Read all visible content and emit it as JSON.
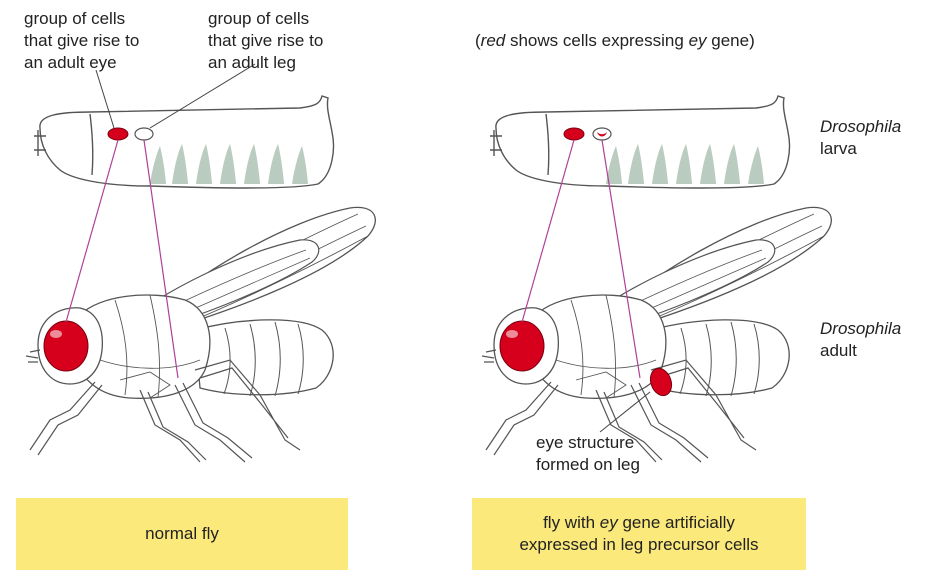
{
  "labels": {
    "eye_group": [
      "group of cells",
      "that give rise to",
      "an adult eye"
    ],
    "leg_group": [
      "group of cells",
      "that give rise to",
      "an adult leg"
    ],
    "note_prefix": "(",
    "note_red": "red",
    "note_middle": " shows cells expressing ",
    "note_gene": "ey",
    "note_suffix": " gene)",
    "larva_genus": "Drosophila",
    "larva_stage": "larva",
    "adult_genus": "Drosophila",
    "adult_stage": "adult",
    "eye_on_leg": [
      "eye structure",
      "formed on leg"
    ]
  },
  "captions": {
    "left": "normal fly",
    "right_pre": "fly with ",
    "right_gene": "ey",
    "right_post": " gene artificially",
    "right_line2": "expressed in leg precursor cells"
  },
  "colors": {
    "red": "#d6001c",
    "line": "#b0409a",
    "outline": "#555555",
    "caption_bg": "#fbe97b",
    "larva_bands": "#b9ccbf"
  }
}
